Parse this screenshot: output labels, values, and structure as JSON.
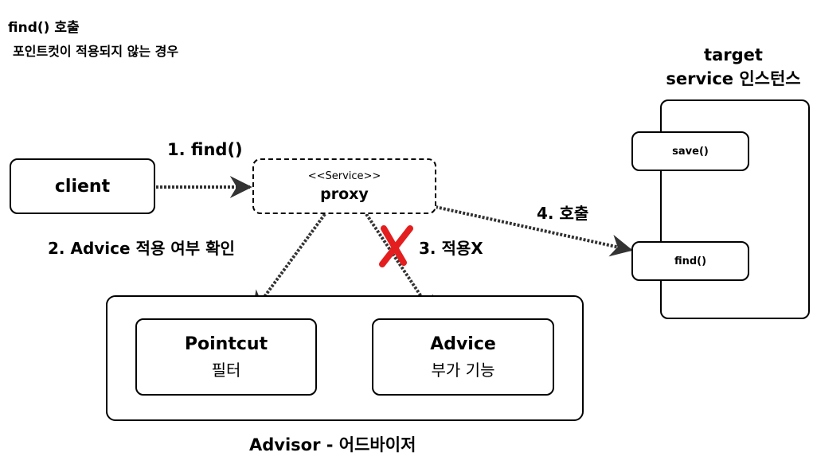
{
  "header": {
    "title": "find() 호출",
    "subtitle": "포인트컷이 적용되지 않는 경우"
  },
  "client": {
    "label": "client"
  },
  "proxy": {
    "stereotype": "<<Service>>",
    "name": "proxy"
  },
  "steps": {
    "step1": "1. find()",
    "step2": "2. Advice 적용 여부 확인",
    "step3": "3. 적용X",
    "step4": "4. 호출"
  },
  "target": {
    "title_line1": "target",
    "title_line2": "service 인스턴스",
    "methods": [
      "save()",
      "find()"
    ]
  },
  "advisor": {
    "label": "Advisor - 어드바이저",
    "pointcut": {
      "title": "Pointcut",
      "desc": "필터"
    },
    "advice": {
      "title": "Advice",
      "desc": "부가 기능"
    }
  },
  "colors": {
    "blocked_mark": "#e41e1e"
  }
}
